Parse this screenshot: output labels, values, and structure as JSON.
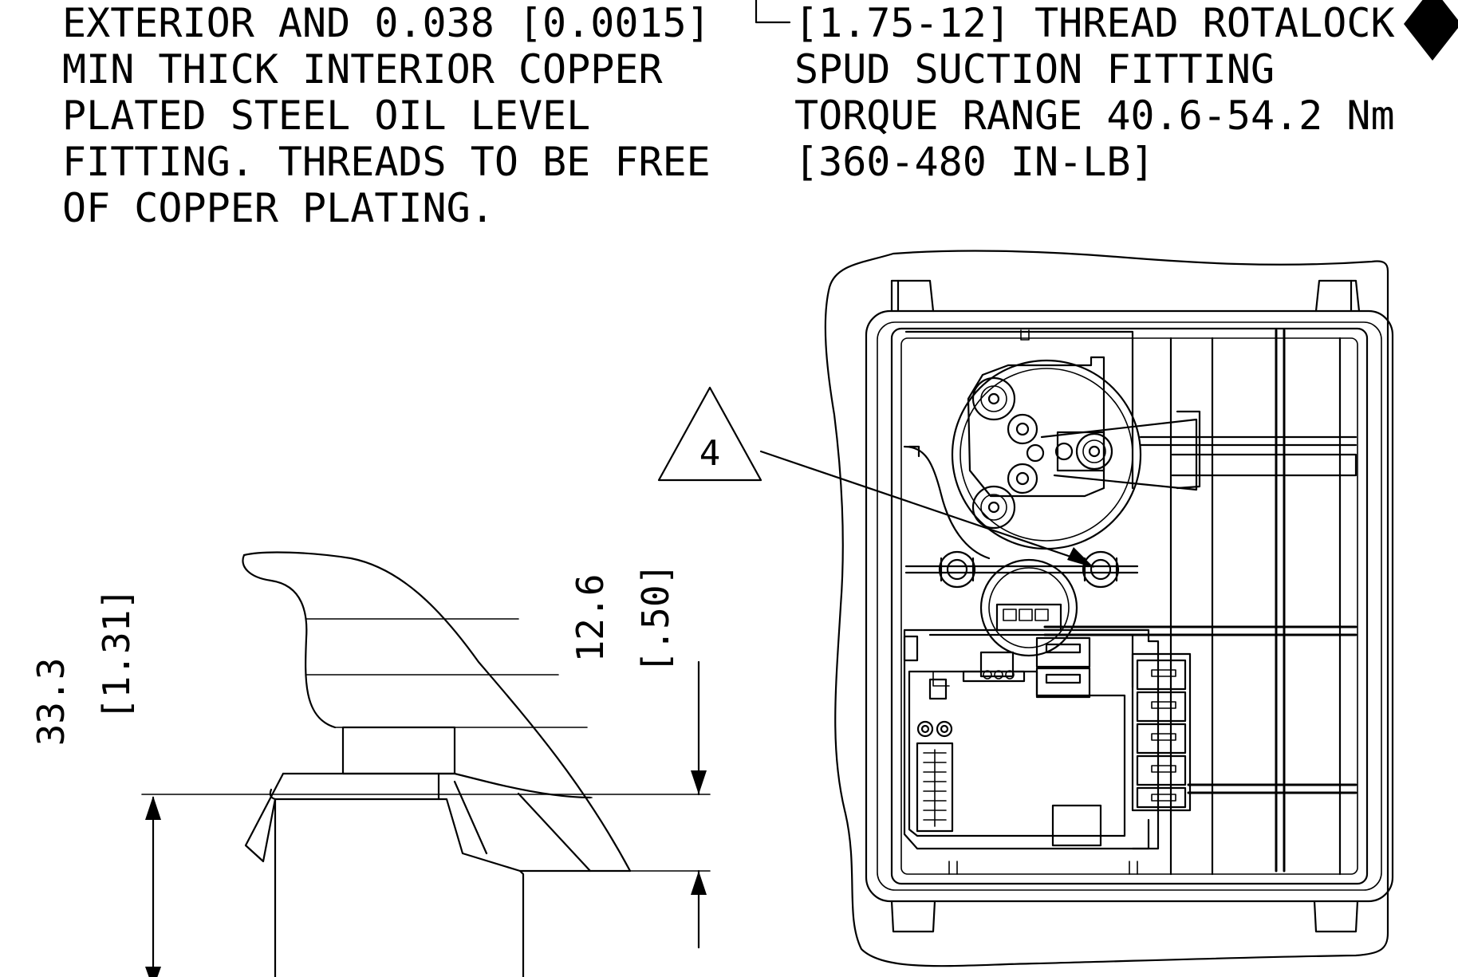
{
  "note_left": {
    "lines": [
      "EXTERIOR AND 0.038 [0.0015]",
      "MIN THICK INTERIOR COPPER",
      "PLATED STEEL OIL LEVEL",
      "FITTING. THREADS TO BE FREE",
      "OF COPPER PLATING."
    ]
  },
  "note_right": {
    "lines": [
      "[1.75-12] THREAD ROTALOCK",
      "SPUD SUCTION FITTING",
      "TORQUE RANGE 40.6-54.2 Nm",
      "[360-480 IN-LB]"
    ]
  },
  "callout": {
    "label": "4"
  },
  "dimensions": {
    "height_mm": "33.3",
    "height_in": "[1.31]",
    "offset_mm": "12.6",
    "offset_in": "[.50]"
  },
  "colors": {
    "ink": "#000000",
    "paper": "#ffffff"
  }
}
